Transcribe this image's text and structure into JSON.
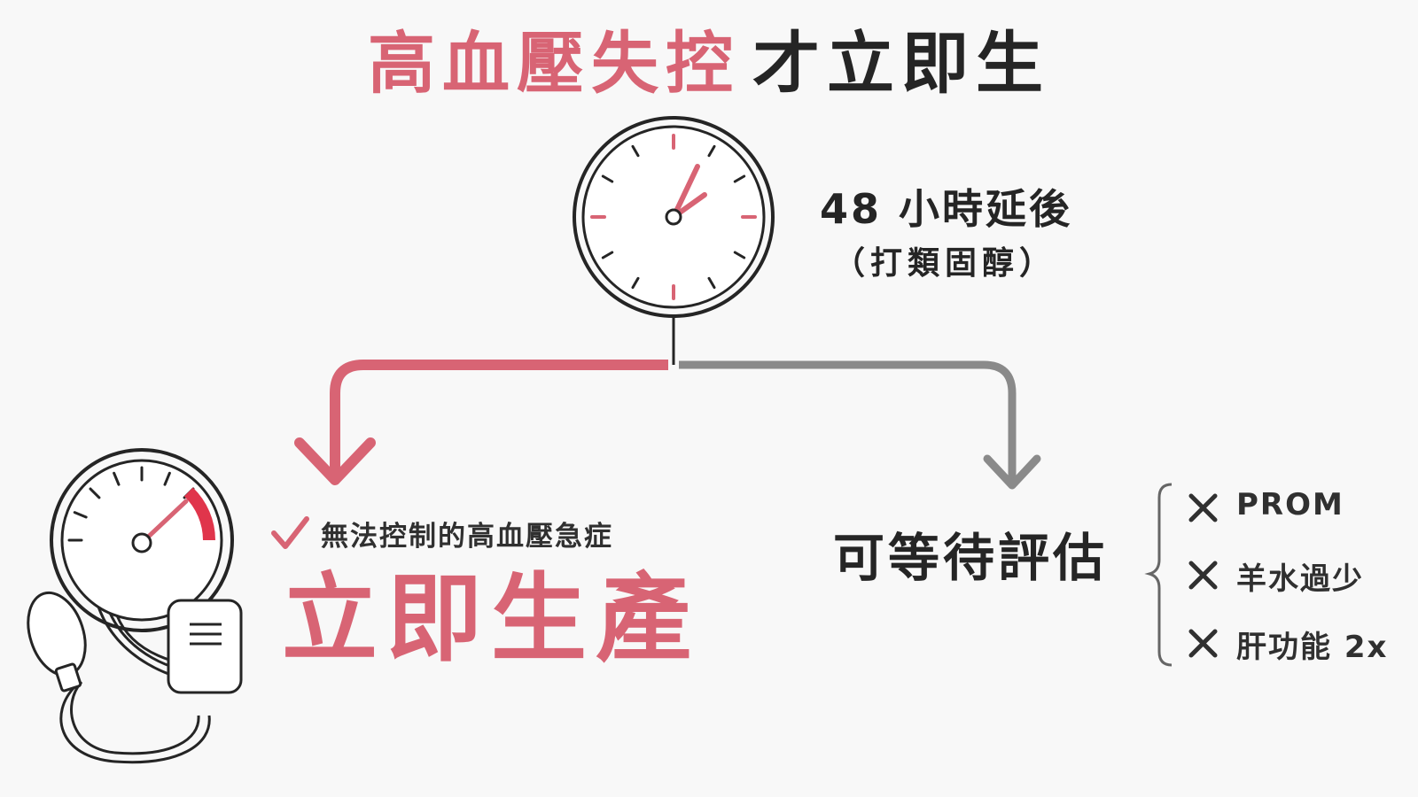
{
  "title": {
    "accent": "高血壓失控",
    "rest": "才立即生"
  },
  "delay": {
    "main": "48 小時延後",
    "sub": "（打類固醇）"
  },
  "left_branch": {
    "condition": "無法控制的高血壓急症",
    "action": "立即生產"
  },
  "right_branch": {
    "action": "可等待評估",
    "items": [
      "PROM",
      "羊水過少",
      "肝功能 2x"
    ]
  },
  "colors": {
    "accent": "#d86474",
    "dark": "#252525",
    "gray": "#8a8a8a",
    "gauge_red": "#e0354b"
  },
  "icons": {
    "clock": "clock-icon",
    "gauge": "blood-pressure-gauge-icon",
    "check": "check-icon",
    "cross": "x-icon"
  }
}
